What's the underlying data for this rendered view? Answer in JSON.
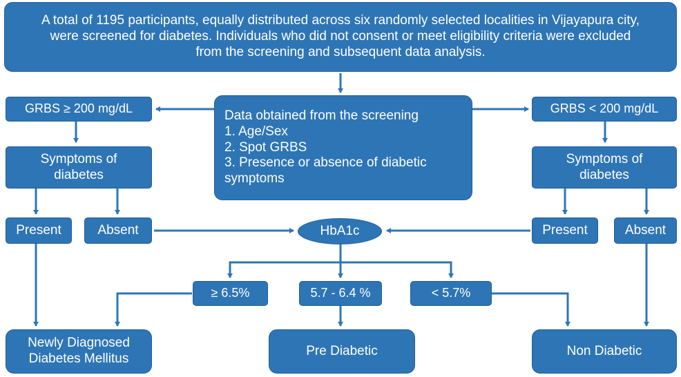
{
  "top_box": {
    "line1": "A total of 1195 participants, equally distributed across six randomly selected localities in Vijayapura city,",
    "line2": "were screened for diabetes. Individuals who did not consent or meet eligibility criteria were excluded",
    "line3": "from the screening and subsequent data analysis."
  },
  "center_box": {
    "title": "Data obtained from the screening",
    "items": [
      "1. Age/Sex",
      "2. Spot GRBS",
      "3. Presence or absence of diabetic",
      "symptoms"
    ]
  },
  "left": {
    "grbs": "GRBS ≥ 200 mg/dL",
    "symptoms_line1": "Symptoms of",
    "symptoms_line2": "diabetes",
    "present": "Present",
    "absent": "Absent"
  },
  "right": {
    "grbs": "GRBS < 200 mg/dL",
    "symptoms_line1": "Symptoms of",
    "symptoms_line2": "diabetes",
    "present": "Present",
    "absent": "Absent"
  },
  "hba1c": "HbA1c",
  "ranges": {
    "high": "≥ 6.5%",
    "mid": "5.7 - 6.4 %",
    "low": "< 5.7%"
  },
  "outcomes": {
    "ndm_line1": "Newly Diagnosed",
    "ndm_line2": "Diabetes Mellitus",
    "pre": "Pre Diabetic",
    "non": "Non Diabetic"
  },
  "colors": {
    "box_fill": "#2e75b6",
    "box_border": "#1f5d96",
    "arrow": "#2e75b6",
    "text": "#ffffff"
  }
}
